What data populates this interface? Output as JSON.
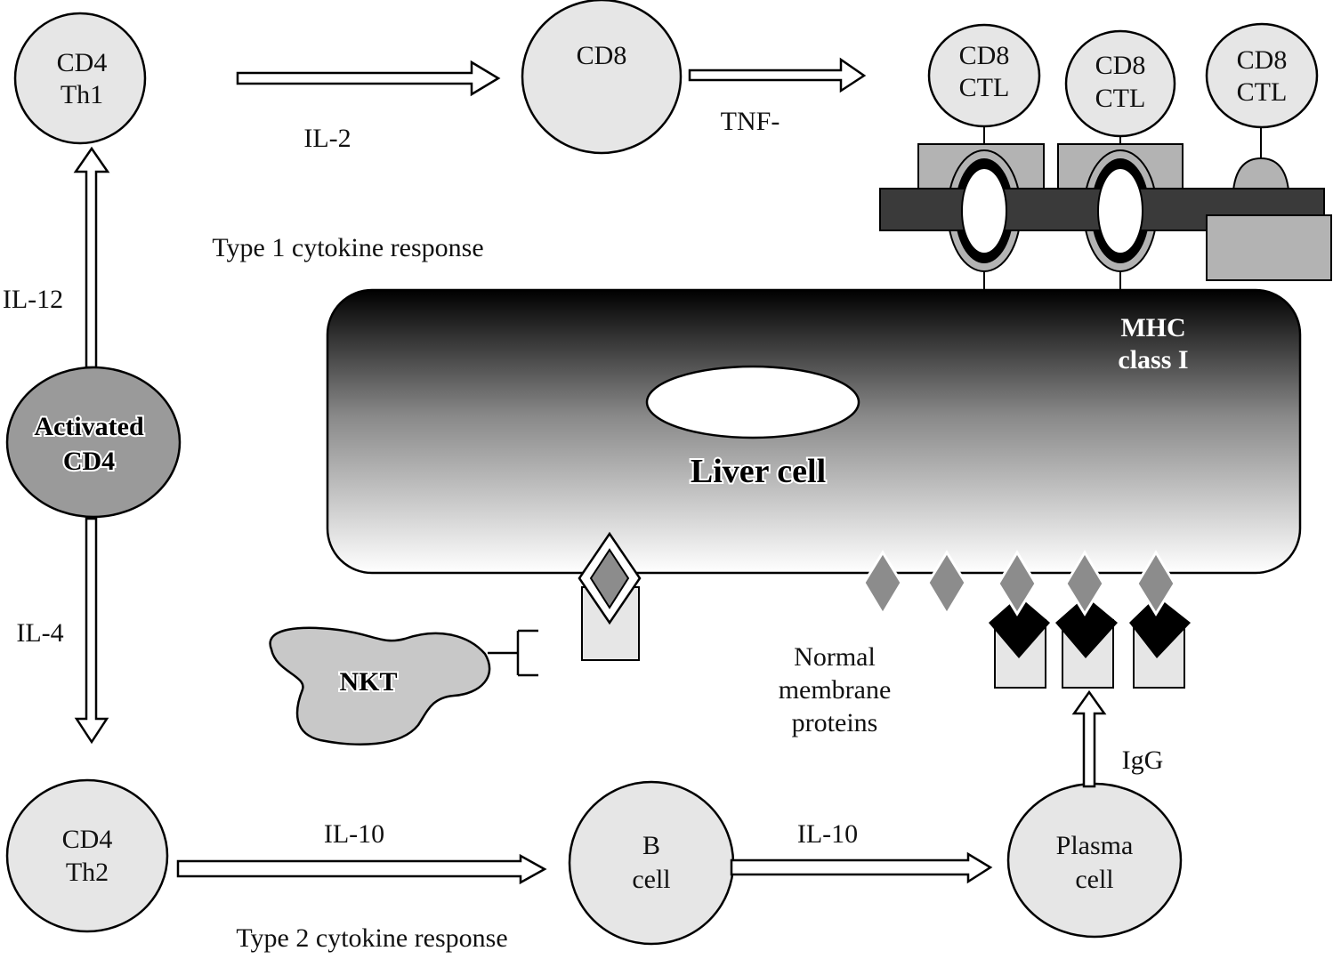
{
  "diagram": {
    "title": "Immune response to liver cell",
    "colors": {
      "cell_fill": "#e6e6e6",
      "activated_fill": "#9a9a9a",
      "nkt_fill": "#c8c8c8",
      "mhc_bar": "#3a3a3a",
      "mhc_box": "#b3b3b3",
      "antigen_diamond": "#8c8c8c",
      "antibody": "#000000",
      "liver_gradient_top": "#000000",
      "liver_gradient_bottom": "#ffffff"
    },
    "cells": {
      "cd4_th1": [
        "CD4",
        "Th1"
      ],
      "cd8": [
        "CD8"
      ],
      "cd8_ctl": [
        [
          "CD8",
          "CTL"
        ],
        [
          "CD8",
          "CTL"
        ],
        [
          "CD8",
          "CTL"
        ]
      ],
      "activated_cd4": [
        "Activated",
        "CD4"
      ],
      "cd4_th2": [
        "CD4",
        "Th2"
      ],
      "b_cell": [
        "B",
        "cell"
      ],
      "plasma_cell": [
        "Plasma",
        "cell"
      ],
      "nkt": "NKT",
      "liver_cell": "Liver cell"
    },
    "labels": {
      "il2": "IL-2",
      "tnf": "TNF-",
      "il12": "IL-12",
      "il4": "IL-4",
      "il10_a": "IL-10",
      "il10_b": "IL-10",
      "igg": "IgG",
      "type1": "Type 1 cytokine response",
      "type2": "Type 2 cytokine response",
      "mhc": [
        "MHC",
        "class I"
      ],
      "normal_proteins": [
        "Normal",
        "membrane",
        "proteins"
      ]
    }
  }
}
